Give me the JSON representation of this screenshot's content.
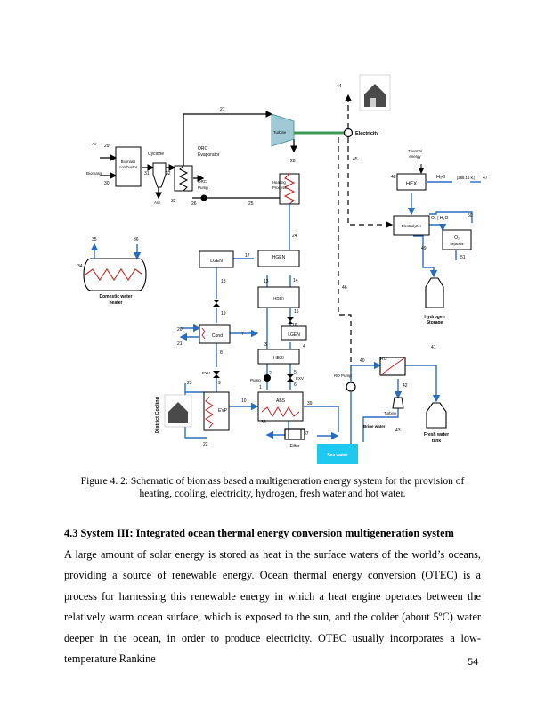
{
  "diagram": {
    "labels": {
      "air": "Air",
      "biomass": "Biomass",
      "biomass_combustor": [
        "Biomass",
        "combustor"
      ],
      "cyclone": "Cyclone",
      "ash": "Ash",
      "orc_evaporator": [
        "ORC",
        "Evaporator"
      ],
      "orc_pump": [
        "ORC",
        "Pump"
      ],
      "turbine": "Turbine",
      "heating_process": [
        "Heating",
        "Process"
      ],
      "electricity": "Electricity",
      "thermal_energy": [
        "Thermal",
        "energy"
      ],
      "hex": "HEX",
      "h2o": "H₂O",
      "temp": "[288.15 K]",
      "o2_h2o": "O₂ | H₂O",
      "electrolyzer": "Electrolyzer",
      "o2": "O₂",
      "separator": "Separator",
      "hydrogen_storage": [
        "Hydrogen",
        "Storage"
      ],
      "domestic_water_heater": [
        "Domestic water",
        "heater"
      ],
      "lgen": "LGEN",
      "hgen": "HGEN",
      "hdh": "HDEh",
      "lgen2": "LGEN",
      "cond": "Cond",
      "hexi": "HEXI",
      "exv": "EXV",
      "exv2": "EXV",
      "pump": "Pump",
      "abs": "ABS",
      "evp": "EVP",
      "district_cooling": "District Cooling",
      "filter": "Filter",
      "sea_water": "Sea water",
      "ro_pump": "RO Pump",
      "ro": "RO",
      "turbine_small": "Turbine",
      "brine_water": "Brine water",
      "fresh_water_tank": [
        "Fresh water",
        "tank"
      ]
    },
    "state_numbers": {
      "n1": "1",
      "n2": "2",
      "n3": "3",
      "n4": "4",
      "n5": "5",
      "n6": "6",
      "n7": "7",
      "n8": "8",
      "n9": "9",
      "n10": "10",
      "n13": "13",
      "n14": "14",
      "n15": "15",
      "n16": "16",
      "n17": "17",
      "n18": "18",
      "n19": "19",
      "n20": "20",
      "n21": "21",
      "n22": "22",
      "n23": "23",
      "n24": "24",
      "n25": "25",
      "n26": "26",
      "n27": "27",
      "n28": "28",
      "n29": "29",
      "n30": "30",
      "n31": "31",
      "n32": "32",
      "n33": "33",
      "n34": "34",
      "n35": "35",
      "n36": "36",
      "n37": "37",
      "n38": "38",
      "n39": "39",
      "n40": "40",
      "n41": "41",
      "n42": "42",
      "n43": "43",
      "n44": "44",
      "n45": "45",
      "n46": "46",
      "n47": "47",
      "n48": "48",
      "n49": "49",
      "n50": "50",
      "n51": "51"
    }
  },
  "caption": "Figure 4. 2: Schematic of biomass based a multigeneration energy system for the provision of heating, cooling, electricity, hydrogen, fresh water and hot water.",
  "heading": "4.3 System III: Integrated ocean thermal energy conversion multigeneration system",
  "paragraph": "A large amount of solar energy is stored as heat in the surface waters of the world’s oceans, providing a source of renewable energy. Ocean thermal energy conversion (OTEC) is a process for harnessing this renewable energy in which a heat engine operates between the relatively warm ocean surface, which is exposed to the sun, and the colder (about 5ºC) water deeper in the ocean, in order to produce electricity. OTEC usually incorporates a low-temperature Rankine",
  "page_number": "54"
}
